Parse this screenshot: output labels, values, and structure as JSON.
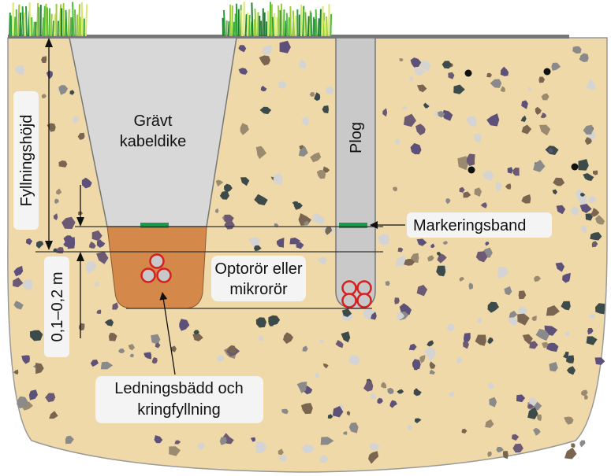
{
  "diagram": {
    "labels": {
      "trench": [
        "Grävt",
        "kabeldike"
      ],
      "plow": "Plog",
      "marking_tape": "Markeringsband",
      "conduits": [
        "Optorör eller",
        "mikrorör"
      ],
      "bedding": [
        "Ledningsbädd och",
        "kringfyllning"
      ],
      "fill_height": "Fyllningshöjd",
      "depth_range": "0,1–0,2 m"
    },
    "colors": {
      "soil": "#efd9a8",
      "trench": "#d8d8d8",
      "bedding": "#d4884a",
      "marking_tape": "#1a9a4a",
      "pipe_ring": "#d62020",
      "grass": "#3cb043",
      "ground_line": "#777777"
    },
    "icons": [
      "grass-icon",
      "pipe-icon",
      "stone-icon",
      "arrow-icon"
    ]
  }
}
